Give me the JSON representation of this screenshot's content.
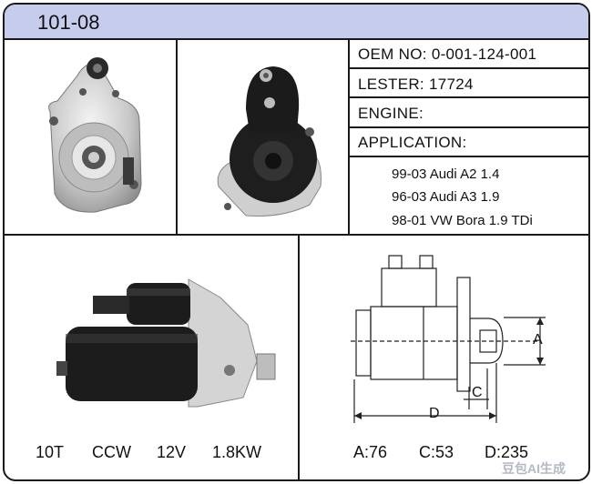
{
  "header": {
    "part_code": "101-08"
  },
  "info": {
    "oem_label": "OEM NO:",
    "oem_value": "0-001-124-001",
    "lester_label": "LESTER:",
    "lester_value": "17724",
    "engine_label": "ENGINE:",
    "application_label": "APPLICATION:",
    "applications": [
      "99-03 Audi A2 1.4",
      "96-03 Audi A3 1.9",
      "98-01 VW Bora 1.9 TDi"
    ]
  },
  "specs": {
    "teeth": "10T",
    "rotation": "CCW",
    "voltage": "12V",
    "power": "1.8KW"
  },
  "dimensions": {
    "a": "A:76",
    "c": "C:53",
    "d": "D:235",
    "label_a": "A",
    "label_c": "C",
    "label_d": "D"
  },
  "watermark": "豆包AI生成",
  "colors": {
    "header_bg": "#c6cdec",
    "border": "#1a1a1a"
  }
}
